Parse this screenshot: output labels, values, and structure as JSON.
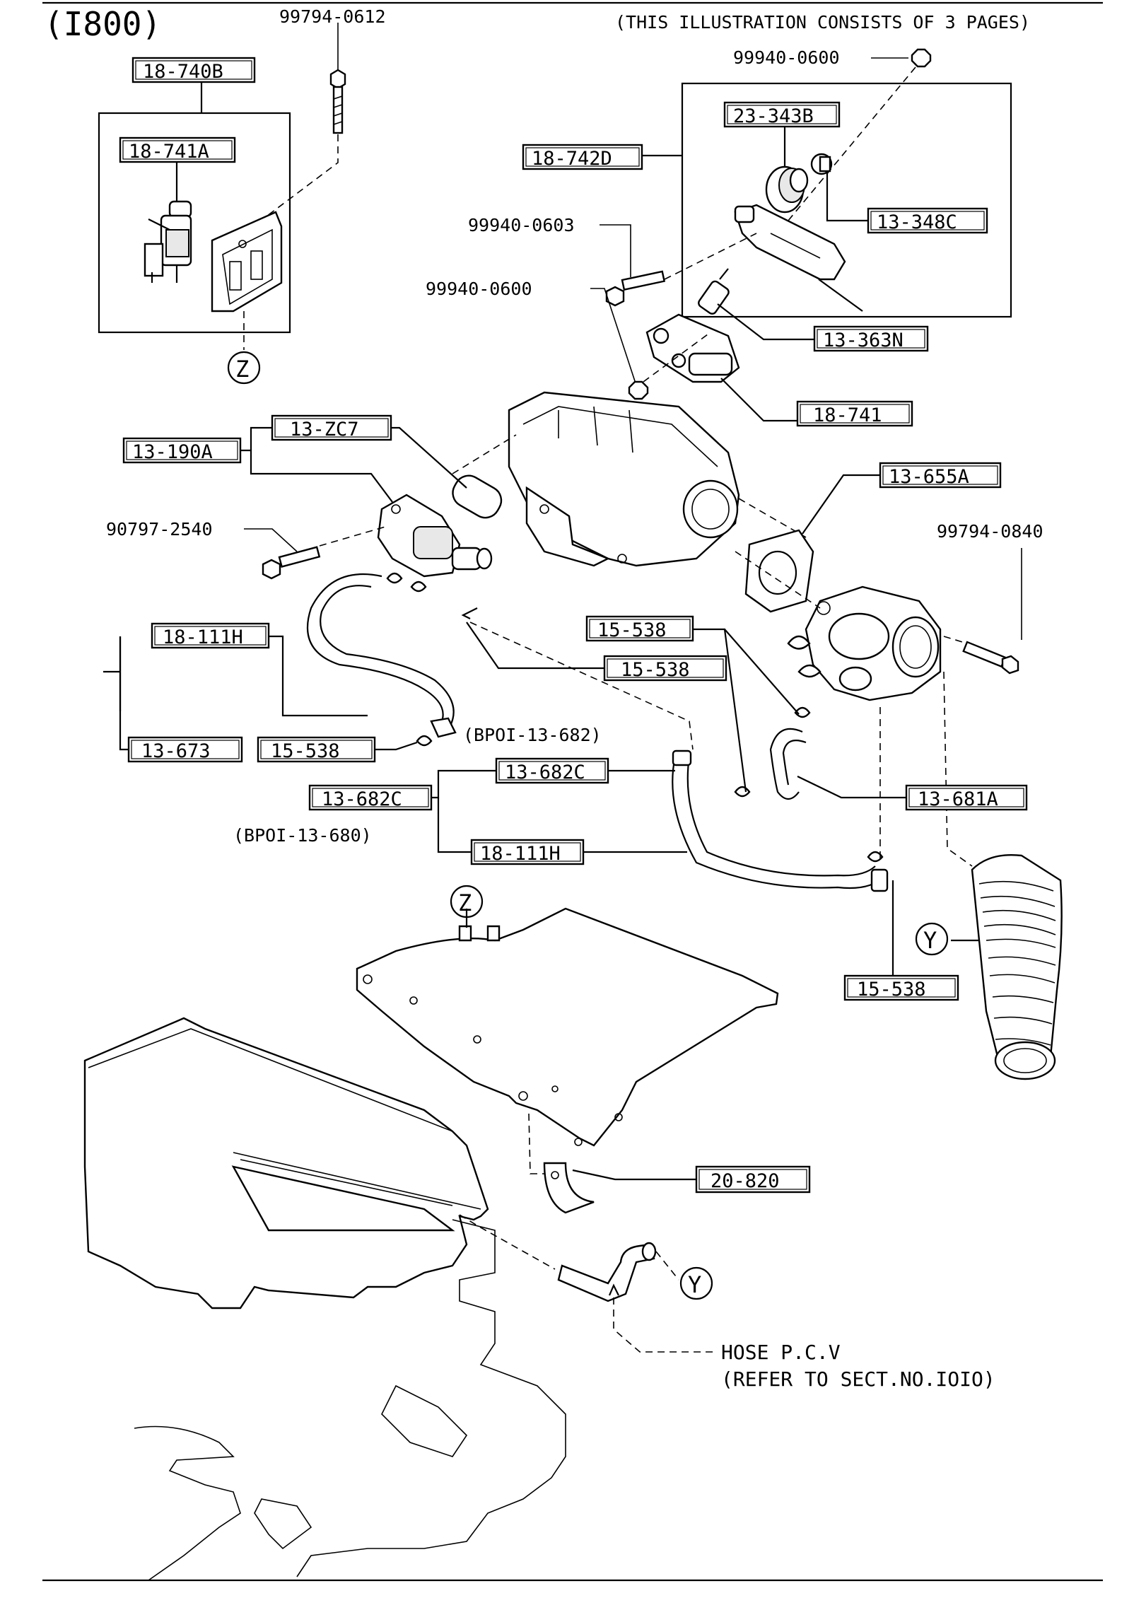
{
  "header": {
    "page_code": "(I800)",
    "note": "(THIS ILLUSTRATION CONSISTS OF  3 PAGES)"
  },
  "plain_numbers": {
    "n99794_0612": "99794-0612",
    "n99940_0600_top": "99940-0600",
    "n99940_0603": "99940-0603",
    "n99940_0600_mid": "99940-0600",
    "n90797_2540": "90797-2540",
    "n99794_0840": "99794-0840",
    "bp01_13_682": "(BPOI-13-682)",
    "bp01_13_680": "(BPOI-13-680)"
  },
  "boxed_parts": {
    "p18_740B": "18-740B",
    "p18_741A": "18-741A",
    "p23_343B": "23-343B",
    "p18_742D": "18-742D",
    "p13_348C": "13-348C",
    "p13_363N": "13-363N",
    "p18_741": "18-741",
    "p13_ZC7": "13-ZC7",
    "p13_190A": "13-190A",
    "p13_655A": "13-655A",
    "p18_111H_a": "18-111H",
    "p15_538_a": "15-538",
    "p15_538_b": "15-538",
    "p13_673": "13-673",
    "p15_538_c": "15-538",
    "p13_682C_a": "13-682C",
    "p13_682C_b": "13-682C",
    "p18_111H_b": "18-111H",
    "p13_681A": "13-681A",
    "p15_538_d": "15-538",
    "p20_820": "20-820"
  },
  "markers": {
    "z_top": "Z",
    "z_mid": "Z",
    "y_right": "Y",
    "y_bottom": "Y"
  },
  "notes": {
    "hose_line1": "HOSE P.C.V",
    "hose_line2": "(REFER TO SECT.NO.IOIO)"
  }
}
